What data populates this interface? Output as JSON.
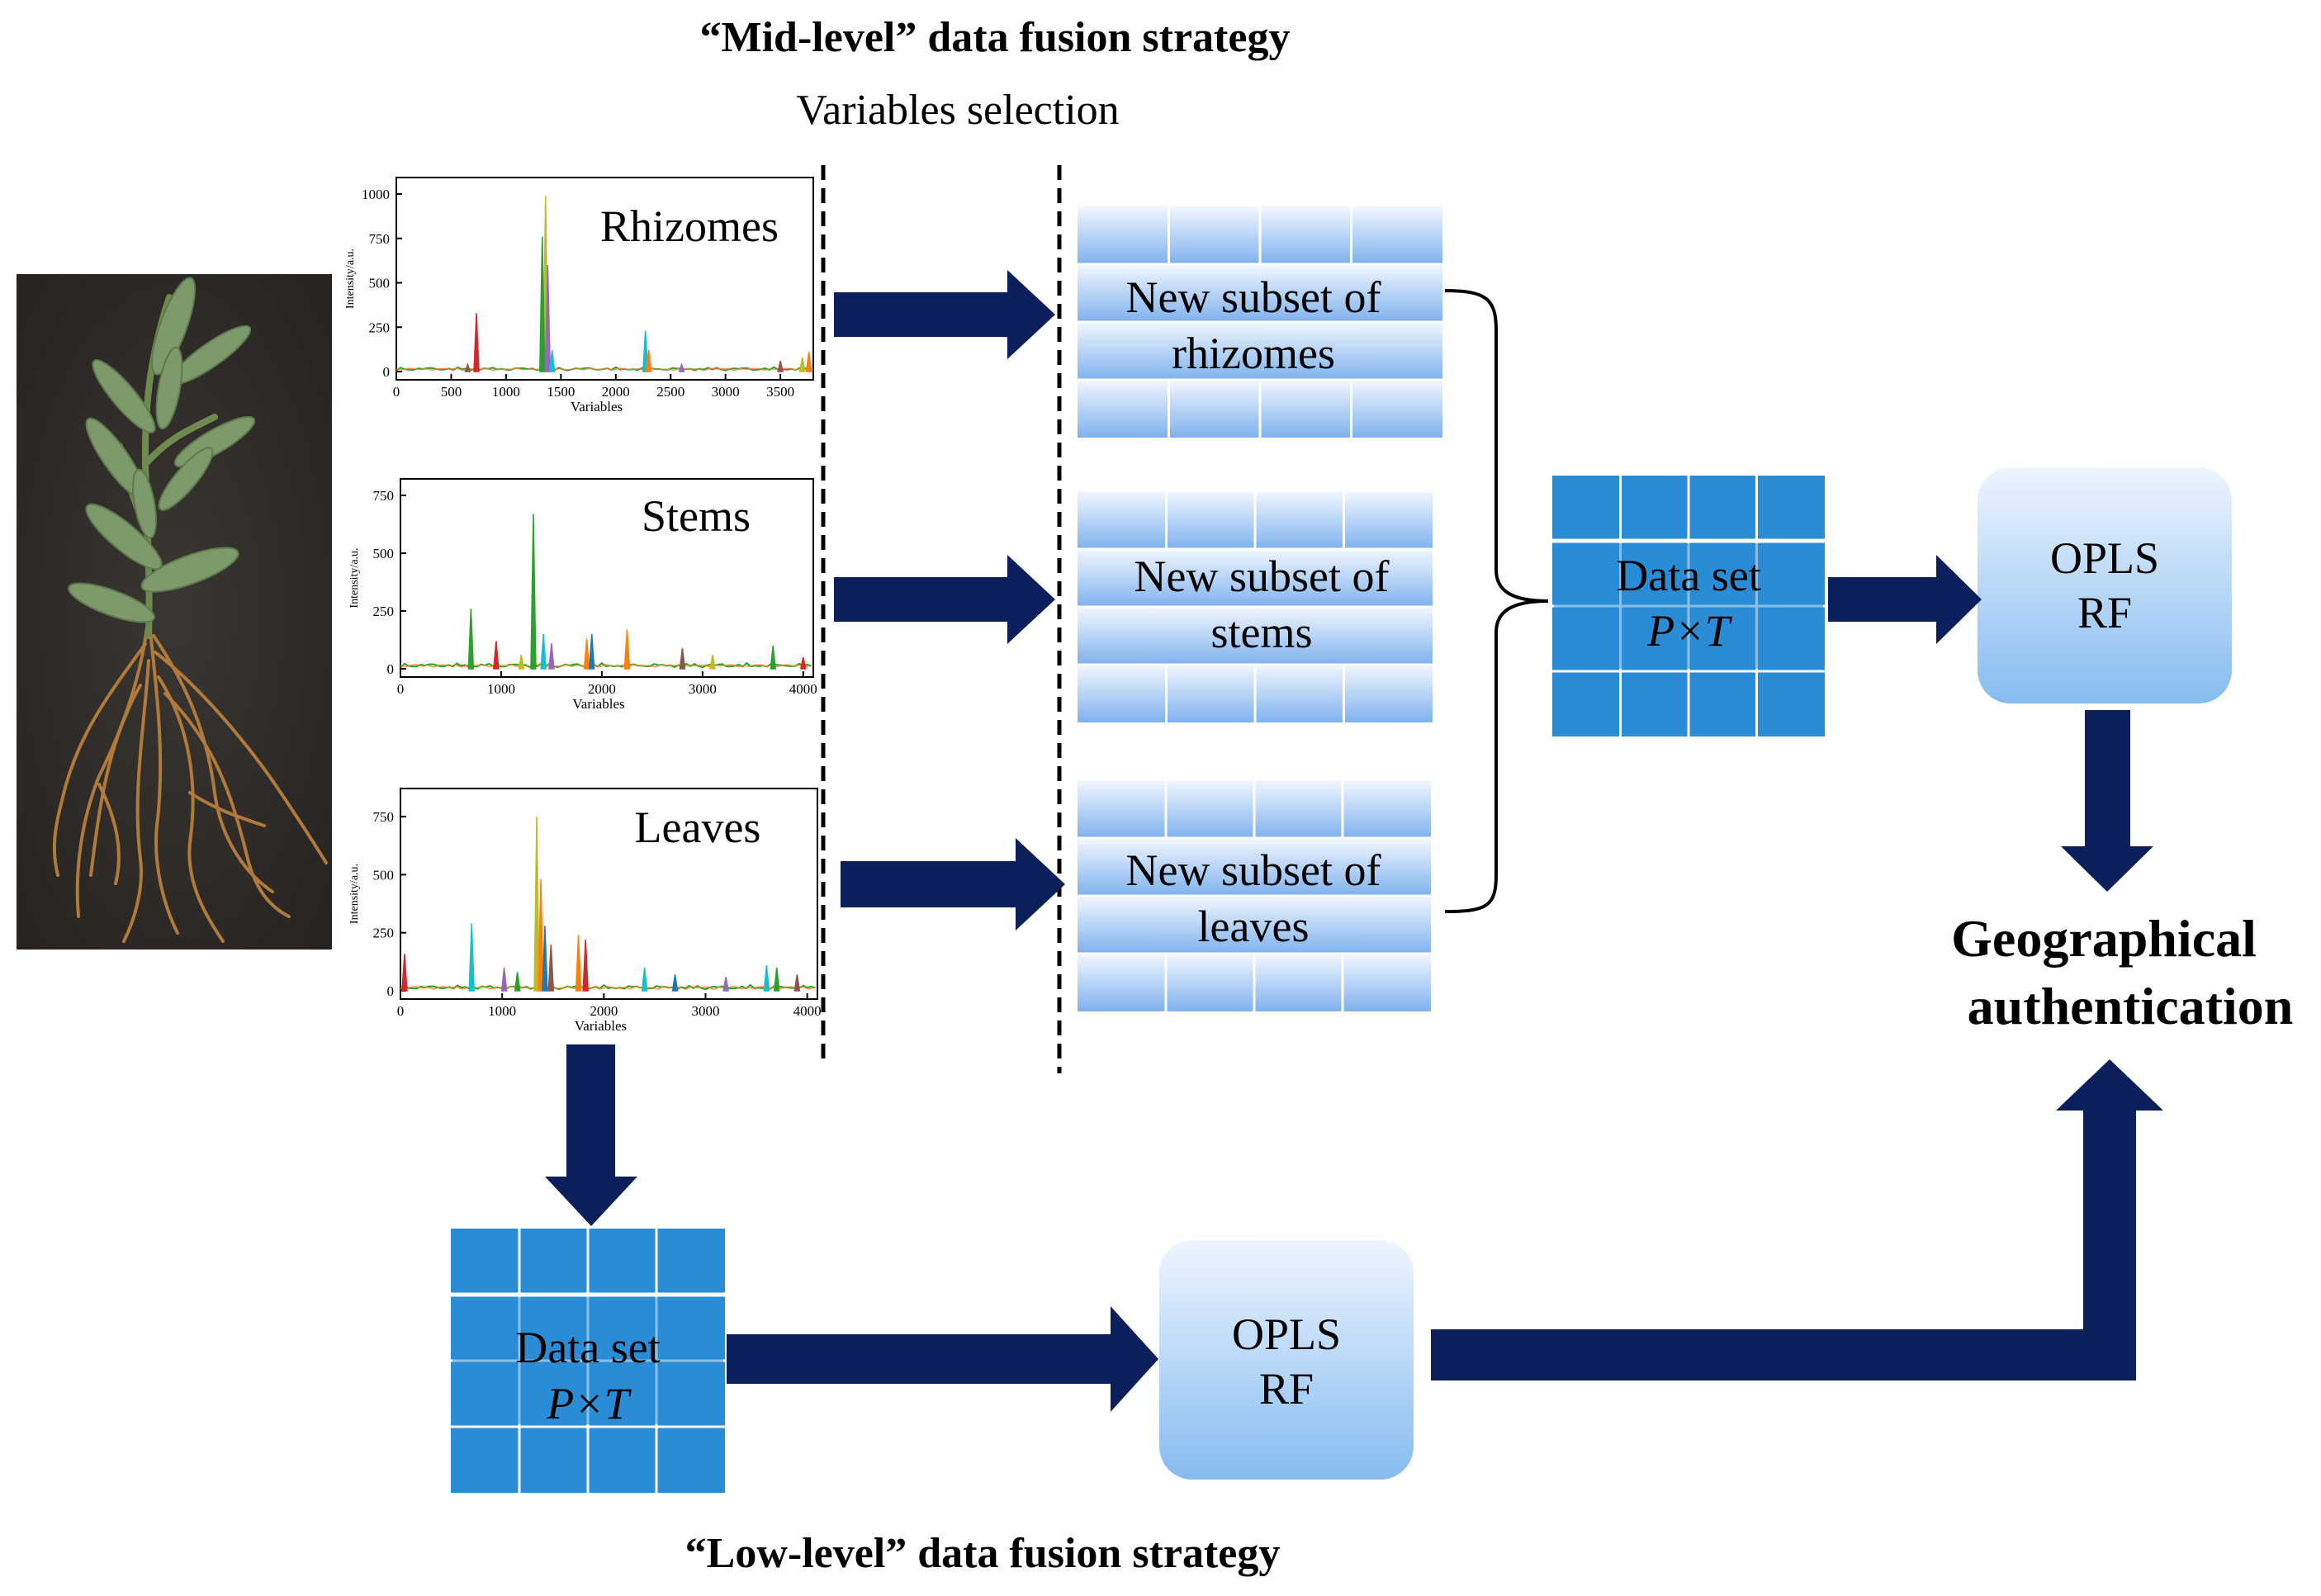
{
  "titles": {
    "mid": "“Mid-level” data fusion strategy",
    "selection": "Variables selection",
    "low": "“Low-level” data fusion strategy"
  },
  "spectra": [
    {
      "label": "Rhizomes",
      "ylabel": "Intensity/a.u.",
      "xlabel": "Variables",
      "yticks": [
        "0",
        "250",
        "500",
        "750",
        "1000"
      ],
      "xticks": [
        "0",
        "500",
        "1000",
        "1500",
        "2000",
        "2500",
        "3000",
        "3500"
      ],
      "ymax": 1000,
      "xmax": 3800
    },
    {
      "label": "Stems",
      "ylabel": "Intensity/a.u.",
      "xlabel": "Variables",
      "yticks": [
        "0",
        "250",
        "500",
        "750"
      ],
      "xticks": [
        "0",
        "1000",
        "2000",
        "3000",
        "4000"
      ],
      "ymax": 750,
      "xmax": 4100
    },
    {
      "label": "Leaves",
      "ylabel": "Intensity/a.u.",
      "xlabel": "Variables",
      "yticks": [
        "0",
        "250",
        "500",
        "750"
      ],
      "xticks": [
        "0",
        "1000",
        "2000",
        "3000",
        "4000"
      ],
      "ymax": 800,
      "xmax": 4100
    }
  ],
  "subsets": [
    {
      "line1": "New subset of",
      "line2": "rhizomes"
    },
    {
      "line1": "New subset of",
      "line2": "stems"
    },
    {
      "line1": "New subset of",
      "line2": "leaves"
    }
  ],
  "dataset_mid": {
    "line1": "Data set",
    "line2": "P×T"
  },
  "dataset_low": {
    "line1": "Data set",
    "line2": "P×T"
  },
  "model_mid": {
    "line1": "OPLS",
    "line2": "RF"
  },
  "model_low": {
    "line1": "OPLS",
    "line2": "RF"
  },
  "result": {
    "line1": "Geographical",
    "line2": "authentication"
  },
  "colors": {
    "arrow": "#0b1f5c",
    "grid_blue": "#2a8cd6",
    "subset_top": "#eef5ff",
    "subset_bottom": "#7fb3ee",
    "model_top": "#eaf3ff",
    "model_bottom": "#86bdf1",
    "photo_bg": "#2e2b28"
  },
  "series_colors": [
    "#1f77b4",
    "#ff7f0e",
    "#2ca02c",
    "#d62728",
    "#9467bd",
    "#8c564b",
    "#17becf",
    "#bcbd22"
  ]
}
